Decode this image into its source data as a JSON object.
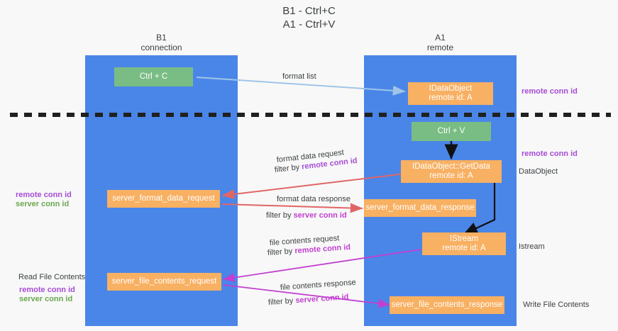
{
  "title": {
    "line1": "B1 - Ctrl+C",
    "line2": "A1 - Ctrl+V"
  },
  "colors": {
    "lane": "#4a86e8",
    "green_node": "#79bd84",
    "orange_node": "#f8b062",
    "remote_conn_id": "#a64dd6",
    "server_conn_id": "#6aa84f",
    "divider": "#202020",
    "arrow_blue": "#9fc5e8",
    "arrow_red": "#e06666",
    "arrow_magenta": "#c23fd0",
    "arrow_black": "#000000",
    "background": "#f8f8f8"
  },
  "columns": [
    {
      "name": "B1",
      "role": "connection"
    },
    {
      "name": "A1",
      "role": "remote"
    }
  ],
  "nodes": {
    "ctrl_c": {
      "line1": "Ctrl + C",
      "line2": ""
    },
    "idataobject": {
      "line1": "IDataObject",
      "line2": "remote id: A"
    },
    "ctrl_v": {
      "line1": "Ctrl + V",
      "line2": ""
    },
    "getdata": {
      "line1": "IDataObject::GetData",
      "line2": "remote id: A"
    },
    "server_format_data_request": {
      "line1": "server_format_data_request",
      "line2": ""
    },
    "server_format_data_response": {
      "line1": "server_format_data_response",
      "line2": ""
    },
    "istream": {
      "line1": "IStream",
      "line2": "remote id: A"
    },
    "server_file_contents_request": {
      "line1": "server_file_contents_request",
      "line2": ""
    },
    "server_file_contents_response": {
      "line1": "server_file_contents_response",
      "line2": ""
    }
  },
  "edge_labels": {
    "format_list": "format list",
    "format_data_request": "format data request",
    "format_data_request_filter_prefix": "filter by ",
    "format_data_request_filter_key": "remote conn id",
    "format_data_response": "format data response",
    "format_data_response_filter_prefix": "filter by ",
    "format_data_response_filter_key": "server conn id",
    "file_contents_request": "file contents request",
    "file_contents_request_filter_prefix": "filter by ",
    "file_contents_request_filter_key": "remote conn id",
    "file_contents_response": "file contents response",
    "file_contents_response_filter_prefix": "filter by ",
    "file_contents_response_filter_key": "server conn id"
  },
  "side_labels": {
    "right_remote_conn_id_top": "remote conn id",
    "right_remote_conn_id_mid": "remote conn id",
    "right_dataobject": "DataObject",
    "right_istream": "Istream",
    "right_write_file_contents": "Write File Contents",
    "left_remote_conn_id_mid": "remote conn id",
    "left_server_conn_id_mid": "server conn id",
    "left_read_file_contents": "Read File Contents",
    "left_remote_conn_id_bottom": "remote conn id",
    "left_server_conn_id_bottom": "server conn id"
  }
}
